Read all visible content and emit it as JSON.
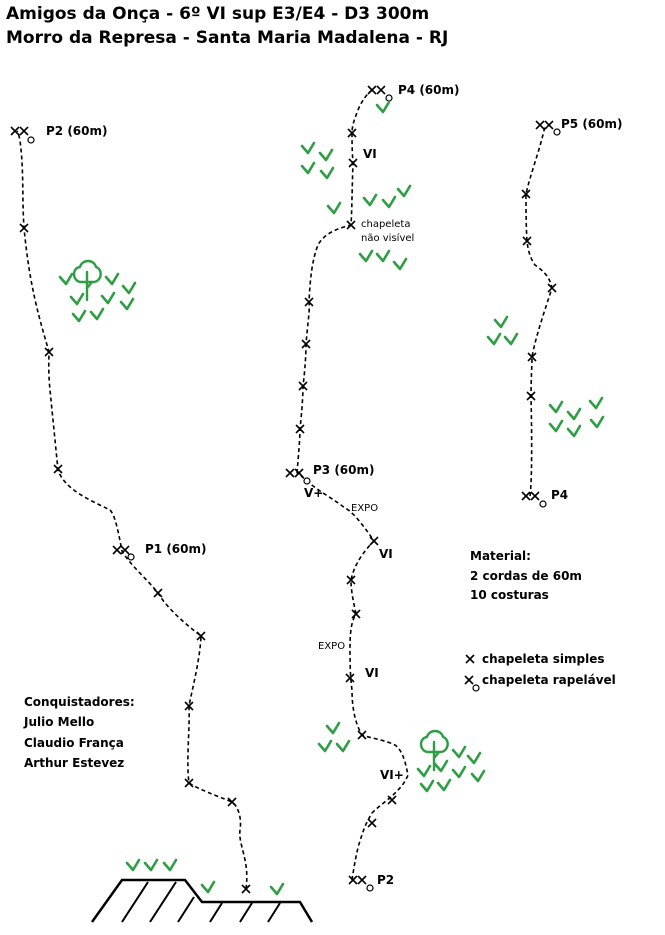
{
  "header": {
    "line1": "Amigos da Onça - 6º VI sup E3/E4 - D3 300m",
    "line2": "Morro da Represa - Santa Maria Madalena - RJ"
  },
  "anchors": {
    "p1": "P1 (60m)",
    "p2_left": "P2 (60m)",
    "p2_mid": "P2",
    "p3": "P3 (60m)",
    "p4_top": "P4 (60m)",
    "p4_right": "P4",
    "p5": "P5 (60m)"
  },
  "grades": {
    "pitch3_top": "VI",
    "pitch3_lower": "VI",
    "pitch3_start": "VI+",
    "pitch4": "VI",
    "p3_start": "V+"
  },
  "notes": {
    "expo_upper": "EXPO",
    "expo_lower": "EXPO",
    "hidden_bolt_1": "chapeleta",
    "hidden_bolt_2": "não visível"
  },
  "material": {
    "heading": "Material:",
    "items": [
      "2 cordas de 60m",
      "10 costuras"
    ]
  },
  "legend": {
    "simple": "chapeleta simples",
    "rappel": "chapeleta rapelável"
  },
  "credits": {
    "heading": "Conquistadores:",
    "names": [
      "Julio Mello",
      "Claudio França",
      "Arthur Estevez"
    ]
  },
  "colors": {
    "vegetation": "#2e9e45",
    "ink": "#000000"
  }
}
